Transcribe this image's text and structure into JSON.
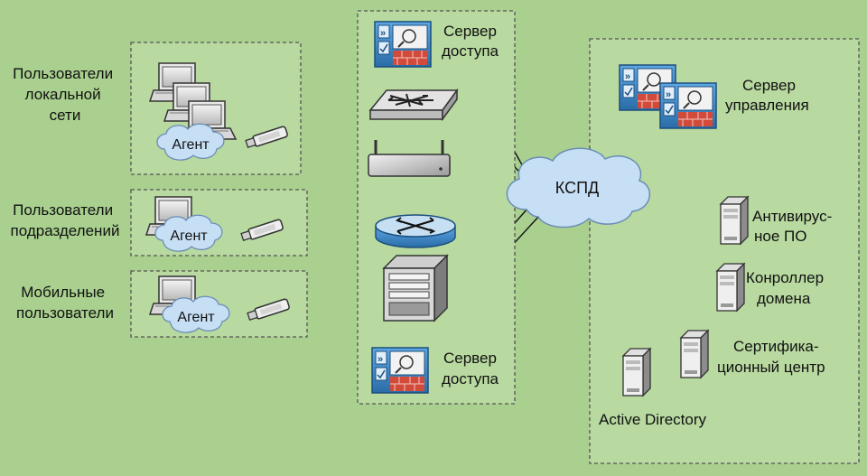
{
  "groups": {
    "local": {
      "label_lines": [
        "Пользователи",
        "локальной",
        "сети"
      ],
      "agent": "Агент"
    },
    "division": {
      "label_lines": [
        "Пользователи",
        "подразделений"
      ],
      "agent": "Агент"
    },
    "mobile": {
      "label_lines": [
        "Мобильные",
        "пользователи"
      ],
      "agent": "Агент"
    }
  },
  "center": {
    "access_server_top": [
      "Сервер",
      "доступа"
    ],
    "access_server_bottom": [
      "Сервер",
      "доступа"
    ]
  },
  "core": {
    "label": "КСПД"
  },
  "right": {
    "management_server": [
      "Сервер",
      "управления"
    ],
    "antivirus": [
      "Антивирус-",
      "ное ПО"
    ],
    "domain_controller": [
      "Конроллер",
      "домена"
    ],
    "cert_center": [
      "Сертифика-",
      "ционный центр"
    ],
    "active_directory": "Active Directory"
  },
  "colors": {
    "background": "#a9d08e",
    "cloud": "#c7dff5",
    "cloud_stroke": "#6a8db5",
    "server_blue": "#2f7dc0",
    "firewall_red": "#d24a3a",
    "box_border": "#4a4a4a"
  },
  "icons": [
    "laptop-icon",
    "usb-flash-icon",
    "firewall-server-icon",
    "switch-icon",
    "wireless-router-icon",
    "router-icon",
    "rack-server-icon",
    "tower-server-icon"
  ]
}
